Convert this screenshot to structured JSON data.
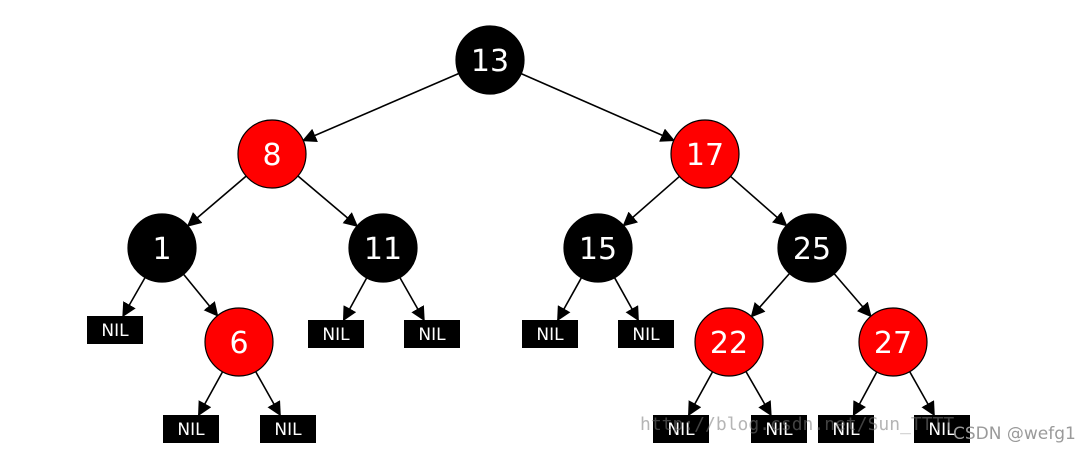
{
  "colors": {
    "black_node": "#000000",
    "red_node": "#ff0000",
    "edge": "#000000",
    "nil_fill": "#000000",
    "node_text": "#ffffff"
  },
  "tree": {
    "nodes": [
      {
        "id": "n13",
        "label": "13",
        "color": "black"
      },
      {
        "id": "n8",
        "label": "8",
        "color": "red"
      },
      {
        "id": "n17",
        "label": "17",
        "color": "red"
      },
      {
        "id": "n1",
        "label": "1",
        "color": "black"
      },
      {
        "id": "n11",
        "label": "11",
        "color": "black"
      },
      {
        "id": "n15",
        "label": "15",
        "color": "black"
      },
      {
        "id": "n25",
        "label": "25",
        "color": "black"
      },
      {
        "id": "n6",
        "label": "6",
        "color": "red"
      },
      {
        "id": "n22",
        "label": "22",
        "color": "red"
      },
      {
        "id": "n27",
        "label": "27",
        "color": "red"
      }
    ],
    "nil_label": "NIL",
    "edges": [
      [
        "n13",
        "n8"
      ],
      [
        "n13",
        "n17"
      ],
      [
        "n8",
        "n1"
      ],
      [
        "n8",
        "n11"
      ],
      [
        "n17",
        "n15"
      ],
      [
        "n17",
        "n25"
      ],
      [
        "n1",
        "nil1"
      ],
      [
        "n1",
        "n6"
      ],
      [
        "n11",
        "nil2"
      ],
      [
        "n11",
        "nil3"
      ],
      [
        "n15",
        "nil4"
      ],
      [
        "n15",
        "nil5"
      ],
      [
        "n25",
        "n22"
      ],
      [
        "n25",
        "n27"
      ],
      [
        "n6",
        "nil6"
      ],
      [
        "n6",
        "nil7"
      ],
      [
        "n22",
        "nil8"
      ],
      [
        "n22",
        "nil9"
      ],
      [
        "n27",
        "nil10"
      ],
      [
        "n27",
        "nil11"
      ]
    ]
  },
  "watermark": {
    "url_text": "http://blog.csdn.net/Sun_TTTT",
    "csdn_text": "CSDN @wefg1"
  }
}
